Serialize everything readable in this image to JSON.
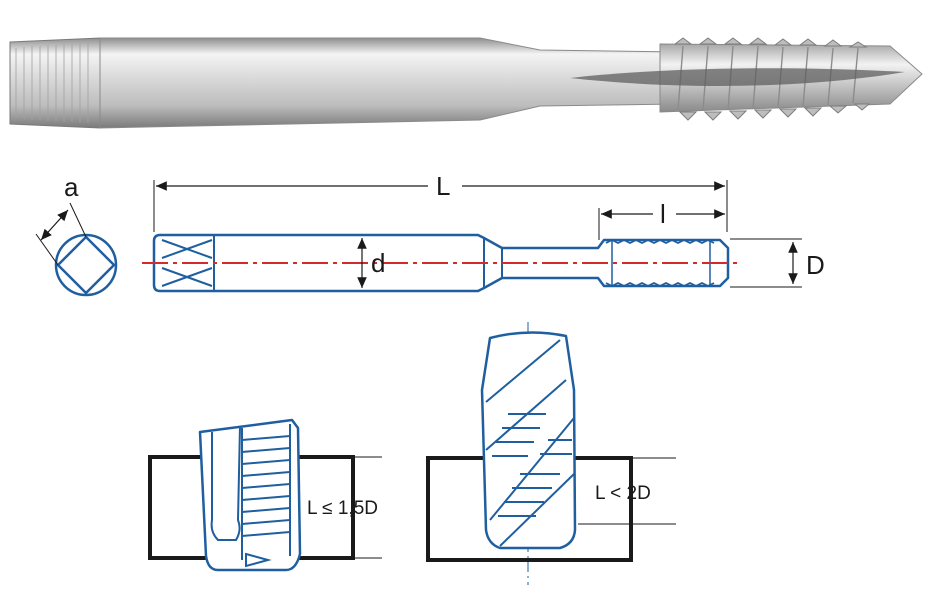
{
  "labels": {
    "a": "a",
    "L": "L",
    "l": "l",
    "d": "d",
    "D": "D",
    "depth_left": "L ≤ 1,5D",
    "depth_right": "L < 2D"
  },
  "colors": {
    "outline_blue": "#1f5fa0",
    "centerline_red": "#d42a2a",
    "workpiece_black": "#1a1a1a",
    "steel_light": "#e6e6e6",
    "steel_dark": "#9a9a9a"
  }
}
